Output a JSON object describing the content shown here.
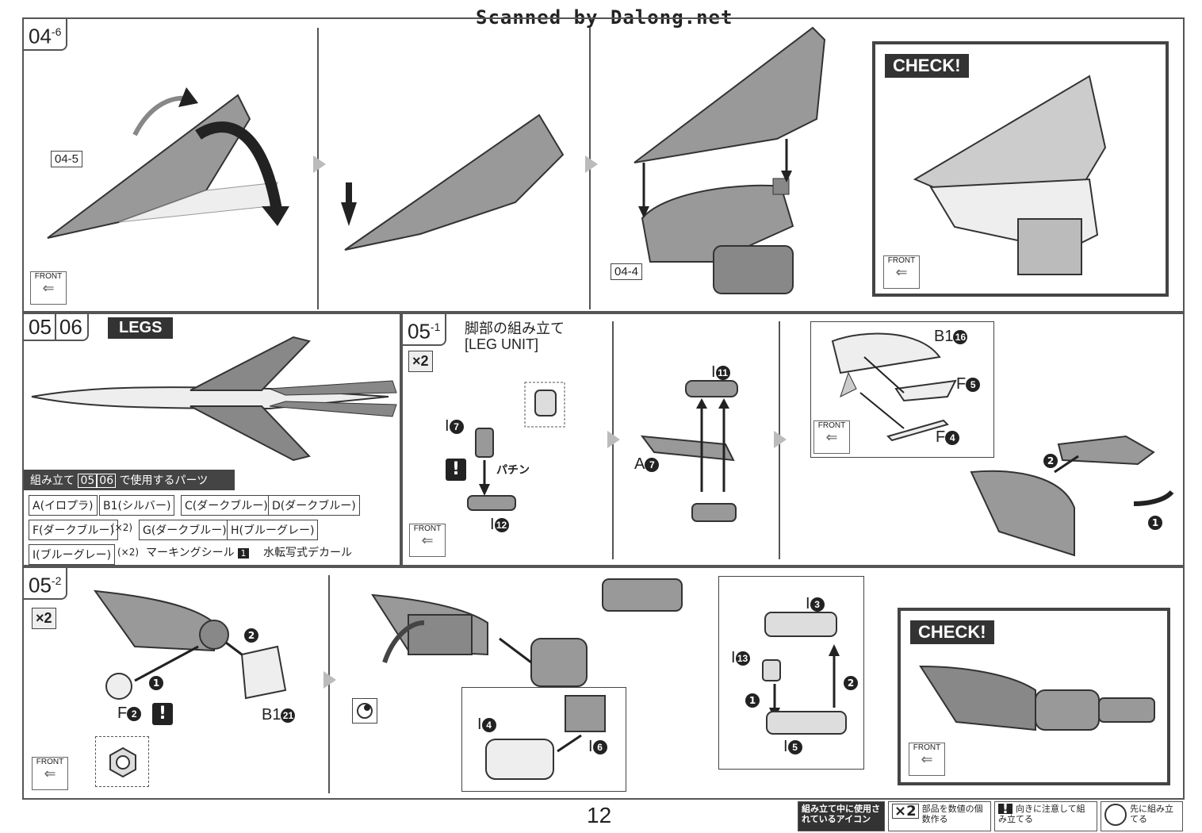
{
  "header": {
    "scan_credit": "Scanned by Dalong.net"
  },
  "step_04_6": {
    "id": "04",
    "sub": "-6",
    "ref_tag": "04-5",
    "ref_tag2": "04-4",
    "front": "FRONT",
    "check": "CHECK!"
  },
  "legs": {
    "id1": "05",
    "id2": "06",
    "title": "LEGS",
    "parts_title_pre": "組み立て",
    "parts_title_post": "で使用するパーツ",
    "parts": [
      "A(イロプラ)",
      "B1(シルバー)",
      "C(ダークブルー)",
      "D(ダークブルー)",
      "F(ダークブルー)",
      "G(ダークブルー)",
      "H(ブルーグレー)",
      "I(ブルーグレー)"
    ],
    "x2_mark": "(×2)",
    "sticker": "マーキングシール",
    "sticker_num": "1",
    "decal": "水転写式デカール"
  },
  "step_05_1": {
    "id": "05",
    "sub": "-1",
    "title_jp": "脚部の組み立て",
    "title_en": "[LEG UNIT]",
    "mult": "×2",
    "warn": "!",
    "snap": "パチン",
    "front": "FRONT",
    "labels": {
      "i7": "I",
      "i7n": "7",
      "i12": "I",
      "i12n": "12",
      "a7": "A",
      "a7n": "7",
      "i11": "I",
      "i11n": "11",
      "b1_16": "B1",
      "b1_16n": "16",
      "f5": "F",
      "f5n": "5",
      "f4": "F",
      "f4n": "4",
      "s1": "1",
      "s2": "2"
    }
  },
  "step_05_2": {
    "id": "05",
    "sub": "-2",
    "mult": "×2",
    "warn": "!",
    "front": "FRONT",
    "check": "CHECK!",
    "labels": {
      "f2": "F",
      "f2n": "2",
      "b1_21": "B1",
      "b1_21n": "21",
      "i4": "I",
      "i4n": "4",
      "i6": "I",
      "i6n": "6",
      "i3": "I",
      "i3n": "3",
      "i13": "I",
      "i13n": "13",
      "i5": "I",
      "i5n": "5",
      "s1": "1",
      "s2": "2"
    }
  },
  "footer": {
    "page": "12",
    "legend_title": "組み立て中に使用されているアイコン",
    "legend_x2": "×2",
    "legend_x2_text": "部品を数値の個数作る",
    "legend_warn_text": "向きに注意して組み立てる",
    "legend_first_text": "先に組み立てる"
  }
}
